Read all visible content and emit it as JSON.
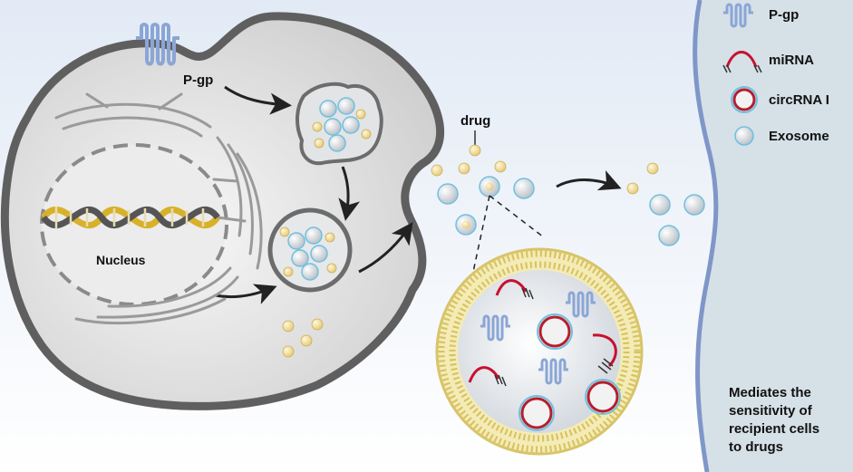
{
  "labels": {
    "pgp": "P-gp",
    "nucleus": "Nucleus",
    "drug": "drug"
  },
  "legend": {
    "items": [
      {
        "name": "P-gp",
        "icon": "pgp-icon"
      },
      {
        "name": "miRNA",
        "icon": "mirna-icon"
      },
      {
        "name": "circRNA I",
        "icon": "circrna-icon"
      },
      {
        "name": "Exosome",
        "icon": "exosome-icon"
      }
    ]
  },
  "recipient_note": {
    "lines": [
      "Mediates the",
      "sensitivity of",
      "recipient cells",
      "to drugs"
    ]
  },
  "colors": {
    "background_top": "#e4ecf6",
    "cell_fill": "#dcdcdc",
    "cell_outline": "#5f5f5f",
    "recipient_cell": "#d8e1e8",
    "recipient_membrane": "#7f96c8",
    "pgp": "#8aa6d6",
    "mirna": "#c8102e",
    "exosome_rim": "#6fc0e0",
    "drug": "#f1dc9a",
    "dna_gold": "#d8b12a",
    "dna_grey": "#666666"
  }
}
